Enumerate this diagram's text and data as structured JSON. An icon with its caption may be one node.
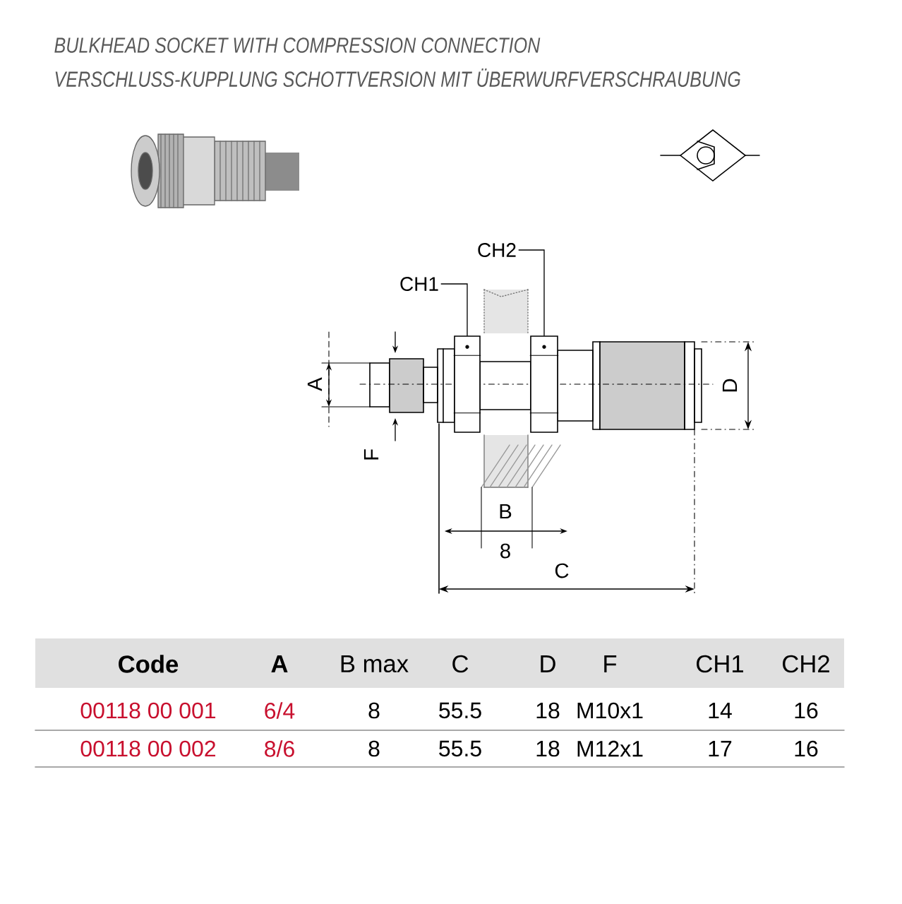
{
  "diagram": {
    "title": "BULKHEAD SOCKET WITH COMPRESSION CONNECTION",
    "nodes": [
      {
        "text": [
          "CH2"
        ]
      },
      {
        "text": [],
        "shape": "box"
      },
      {
        "text": [
          "CH1"
        ]
      },
      {
        "text": [],
        "shape": "box"
      }
    ],
    "edges": [
      {
        "from": 0,
        "to": 3,
        "arrow": "none"
      },
      {
        "from": 2,
        "to": 1,
        "arrow": "none"
      }
    ],
    "labels": [
      "VERSCHLUSS-KUPPLUNG SCHOTTVERSION MIT ÜBERWURFVERSCHRAUBUNG",
      "A",
      "D",
      "F",
      "B",
      "8",
      "C",
      "Code",
      "A",
      "B max",
      "C",
      "D",
      "F",
      "CH1",
      "CH2",
      "00118 00 001",
      "6/4",
      "8",
      "55.5",
      "18",
      "M10x1",
      "14",
      "16",
      "00118 00 002",
      "8/6",
      "8",
      "55.5",
      "18",
      "M12x1",
      "17",
      "16"
    ]
  }
}
